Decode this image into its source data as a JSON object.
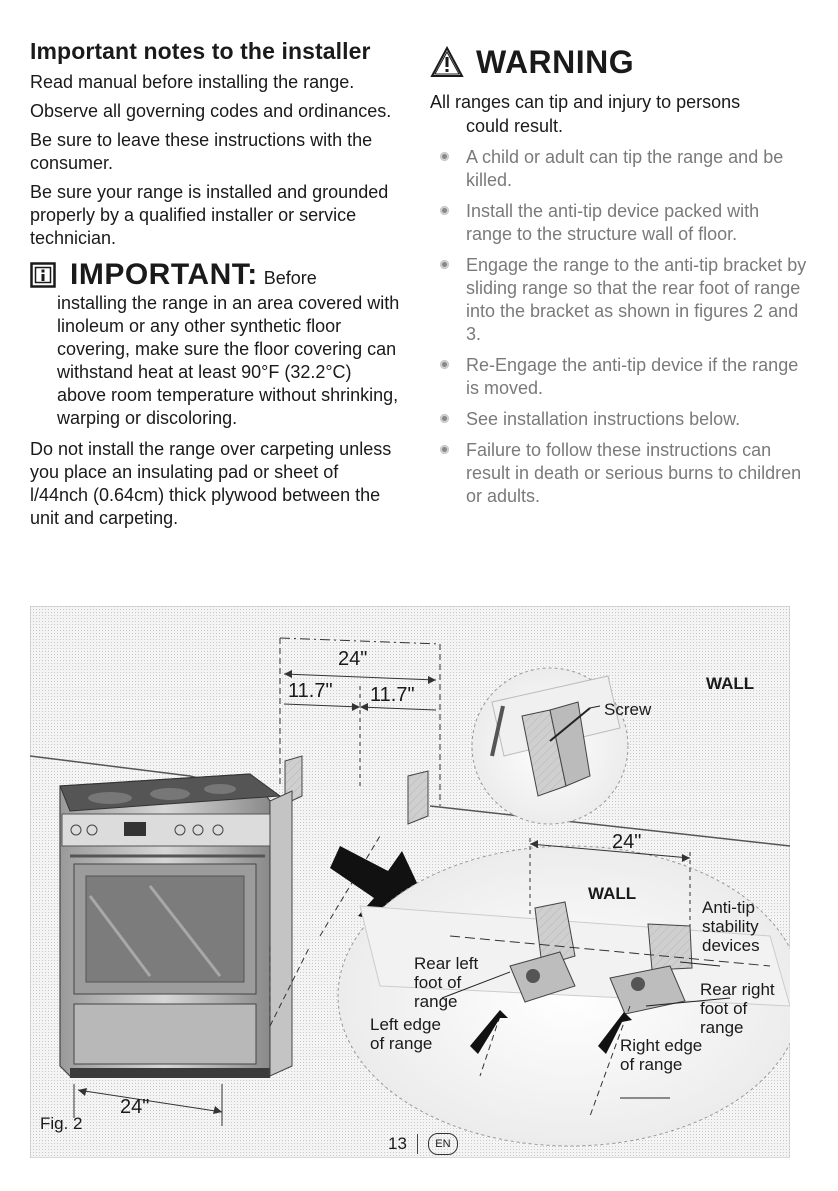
{
  "installer": {
    "heading": "Important notes to the installer",
    "p1": "Read manual before installing the range.",
    "p2": "Observe all governing codes and ordinances.",
    "p3": "Be sure to leave these instructions with the consumer.",
    "p4": "Be sure your range is installed and grounded properly by a qualified installer or service technician."
  },
  "important": {
    "title": "IMPORTANT:",
    "before": "Before",
    "text": "installing the range in an area covered with linoleum or any other synthetic floor covering, make sure the floor covering can withstand heat at least 90°F (32.2°C) above room temperature without shrinking, warping or discoloring."
  },
  "carpet_note": "Do not install the range over carpeting unless you place an insulating pad or sheet of l/44nch (0.64cm) thick plywood between the unit and carpeting.",
  "warning": {
    "title": "WARNING",
    "intro_line1": "All ranges can tip and  injury to persons",
    "intro_line2": "could result.",
    "bullets": [
      "A child or adult can tip the range and be killed.",
      "Install the anti-tip device packed with range to the structure wall of floor.",
      "Engage the range to the anti-tip bracket by sliding range so that the rear foot of range into the bracket as shown in figures 2 and 3.",
      "Re-Engage the anti-tip device if the range is moved.",
      "See installation instructions below.",
      "Failure to follow these instructions can result in death or serious burns to children or adults."
    ]
  },
  "figure": {
    "fig_label": "Fig. 2",
    "dim_top": "24\"",
    "dim_half_left": "11.7\"",
    "dim_half_right": "11.7\"",
    "dim_bottom": "24\"",
    "dim_detail": "24\"",
    "wall_top": "WALL",
    "wall_detail": "WALL",
    "screw": "Screw",
    "anti_tip": "Anti-tip stability devices",
    "rear_left": "Rear left foot of range",
    "left_edge": "Left edge of range",
    "rear_right": "Rear right foot of range",
    "right_edge": "Right edge of range"
  },
  "footer": {
    "page_number": "13",
    "lang": "EN"
  }
}
